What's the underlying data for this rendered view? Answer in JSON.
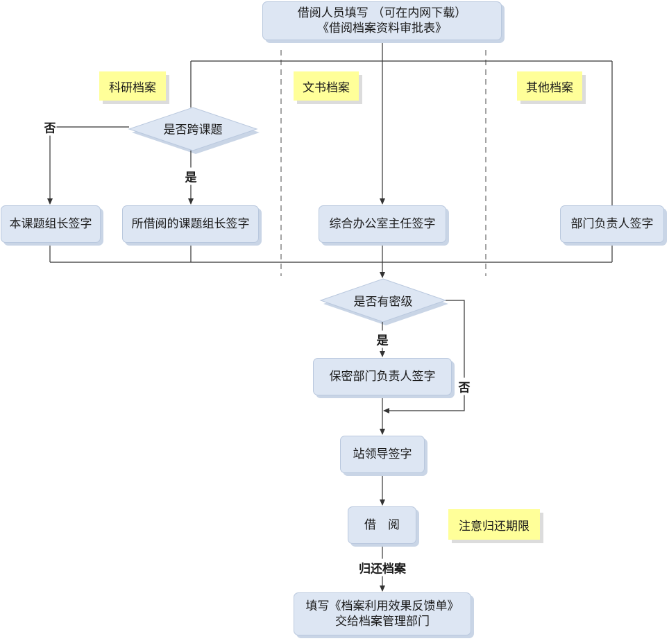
{
  "start": {
    "line1": "借阅人员填写 （可在内网下载）",
    "line2": "《借阅档案资料审批表》"
  },
  "categories": {
    "research": "科研档案",
    "document": "文书档案",
    "other": "其他档案"
  },
  "decisions": {
    "cross_project": "是否跨课题",
    "classified": "是否有密级"
  },
  "boxes": {
    "own_leader": "本课题组长签字",
    "borrowed_leader": "所借阅的课题组长签字",
    "office_director": "综合办公室主任签字",
    "dept_head": "部门负责人签字",
    "security_head": "保密部门负责人签字",
    "station_leader": "站领导签字",
    "borrow": "借　阅",
    "feedback_line1": "填写《档案利用效果反馈单》",
    "feedback_line2": "交给档案管理部门"
  },
  "notes": {
    "return_deadline": "注意归还期限"
  },
  "edge_labels": {
    "no_cross": "否",
    "yes_cross": "是",
    "yes_classified": "是",
    "no_classified": "否",
    "return": "归还档案"
  },
  "colors": {
    "box_fill": "#dde6f3",
    "note_fill": "#ffff99",
    "line": "#333333"
  }
}
